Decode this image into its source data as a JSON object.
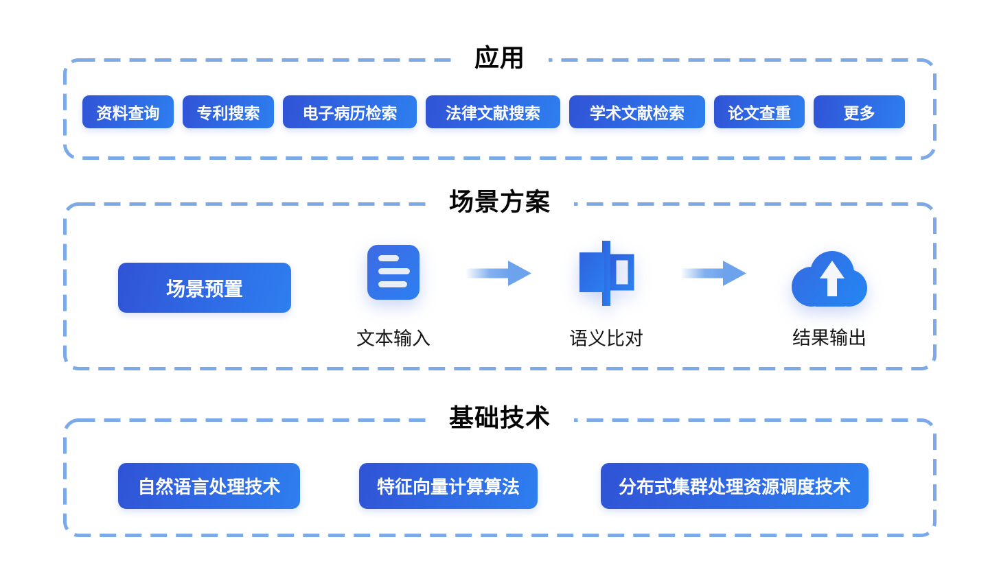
{
  "colors": {
    "background": "#ffffff",
    "dashed_border": "#7CA9E7",
    "button_gradient_start": "#3053d6",
    "button_gradient_end": "#2e7ff0",
    "title_text": "#050505",
    "label_text": "#141414",
    "button_text": "#ffffff",
    "arrow_blue": "#6DA3EC"
  },
  "applications": {
    "title": "应用",
    "buttons": [
      "资料查询",
      "专利搜索",
      "电子病历检索",
      "法律文献搜索",
      "学术文献检索",
      "论文查重",
      "更多"
    ]
  },
  "scenario": {
    "title": "场景方案",
    "preset_button": "场景预置",
    "flow": [
      {
        "label": "文本输入",
        "icon": "document-icon"
      },
      {
        "label": "语义比对",
        "icon": "compare-icon"
      },
      {
        "label": "结果输出",
        "icon": "cloud-upload-icon"
      }
    ]
  },
  "technology": {
    "title": "基础技术",
    "buttons": [
      "自然语言处理技术",
      "特征向量计算算法",
      "分布式集群处理资源调度技术"
    ]
  }
}
